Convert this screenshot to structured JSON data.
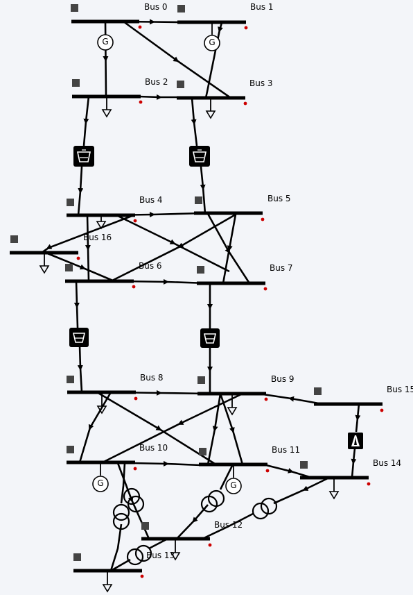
{
  "colors": {
    "background": "#f3f5f9",
    "element": "#000000",
    "bus_square": "#444444",
    "bus_dot": "#cc0000"
  },
  "buses": [
    {
      "id": "bus0",
      "label": "Bus 0"
    },
    {
      "id": "bus1",
      "label": "Bus 1"
    },
    {
      "id": "bus2",
      "label": "Bus 2"
    },
    {
      "id": "bus3",
      "label": "Bus 3"
    },
    {
      "id": "bus4",
      "label": "Bus 4"
    },
    {
      "id": "bus5",
      "label": "Bus 5"
    },
    {
      "id": "bus16",
      "label": "Bus 16"
    },
    {
      "id": "bus6",
      "label": "Bus 6"
    },
    {
      "id": "bus7",
      "label": "Bus 7"
    },
    {
      "id": "bus8",
      "label": "Bus 8"
    },
    {
      "id": "bus9",
      "label": "Bus 9"
    },
    {
      "id": "bus15",
      "label": "Bus 15"
    },
    {
      "id": "bus10",
      "label": "Bus 10"
    },
    {
      "id": "bus11",
      "label": "Bus 11"
    },
    {
      "id": "bus14",
      "label": "Bus 14"
    },
    {
      "id": "bus12",
      "label": "Bus 12"
    },
    {
      "id": "bus13",
      "label": "Bus 13"
    }
  ],
  "generator_symbol": "G",
  "icons": {
    "load": "load-arrow-icon",
    "generator": "generator-icon",
    "converter": "converter-icon",
    "transformer": "transformer-icon",
    "bus_selector": "bus-square-icon",
    "bus_marker": "bus-dot-icon"
  }
}
